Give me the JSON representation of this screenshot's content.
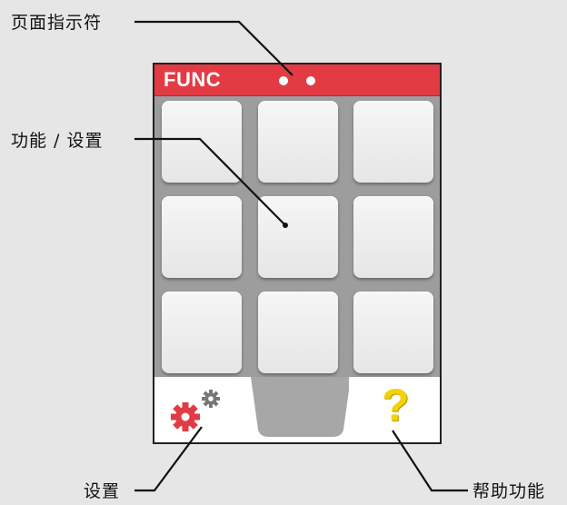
{
  "labels": {
    "page_indicator": "页面指示符",
    "function_settings": "功能 / 设置",
    "settings": "设置",
    "help": "帮助功能"
  },
  "screen": {
    "header_title": "FUNC",
    "page_dots": 2,
    "grid_rows": 3,
    "grid_cols": 3,
    "help_glyph": "?"
  },
  "icons": {
    "settings": "gears-icon",
    "help": "question-mark-icon"
  },
  "colors": {
    "header": "#e23b44",
    "gear_main": "#e23b44",
    "gear_secondary": "#777777",
    "help_glyph": "#f3d20c"
  }
}
